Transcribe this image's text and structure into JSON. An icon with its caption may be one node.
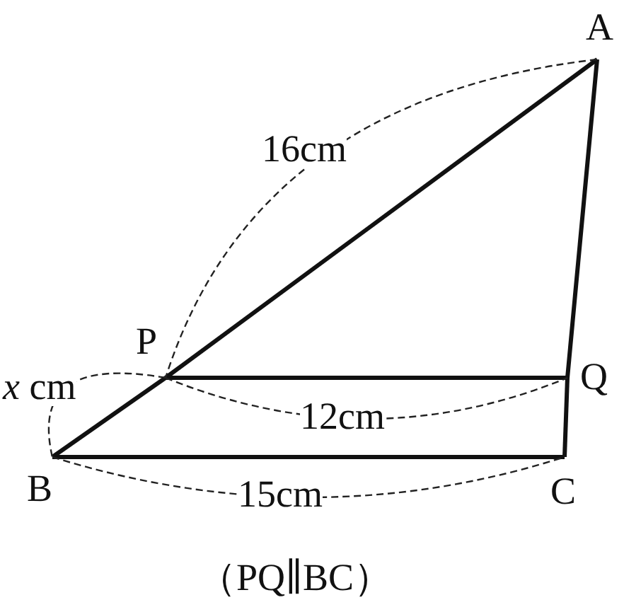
{
  "diagram": {
    "nodes": [
      {
        "text": [
          "A"
        ]
      },
      {
        "text": [
          "P"
        ]
      },
      {
        "text": [
          "Q"
        ]
      },
      {
        "text": [
          "B"
        ]
      },
      {
        "text": [
          "C"
        ]
      }
    ],
    "edges": [
      {
        "from": 0,
        "to": 1,
        "arrow": "none"
      },
      {
        "from": 1,
        "to": 3,
        "arrow": "none"
      },
      {
        "from": 0,
        "to": 2,
        "arrow": "none"
      },
      {
        "from": 2,
        "to": 4,
        "arrow": "none"
      },
      {
        "from": 3,
        "to": 4,
        "arrow": "none"
      },
      {
        "from": 1,
        "to": 2,
        "arrow": "none"
      }
    ],
    "labels": [
      "16cm",
      "*x* cm",
      "12cm",
      "15cm",
      "（PQ∥BC）"
    ]
  }
}
